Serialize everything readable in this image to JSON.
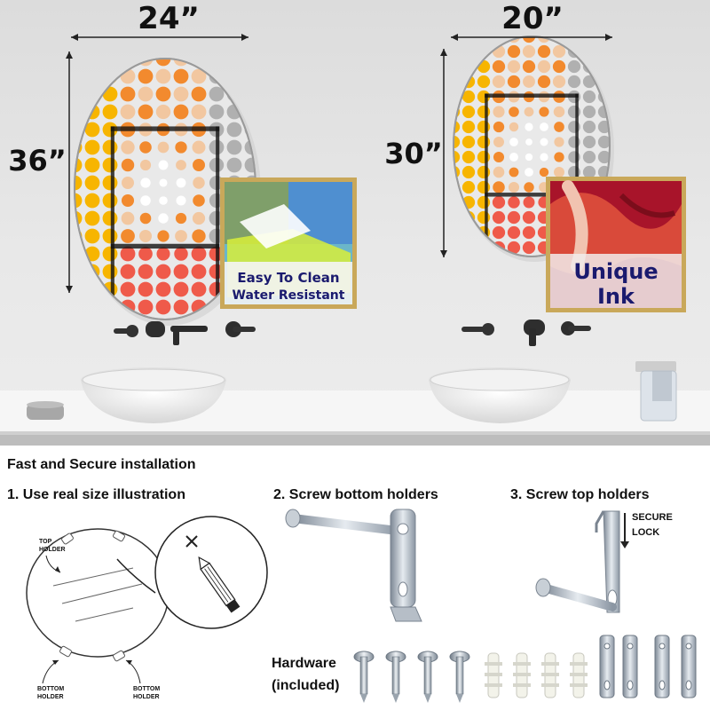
{
  "mirrors": {
    "large": {
      "width_label": "24”",
      "height_label": "36”"
    },
    "small": {
      "width_label": "20”",
      "height_label": "30”"
    }
  },
  "badges": {
    "easy_clean": {
      "line1": "Easy To Clean",
      "line2": "Water Resistant"
    },
    "unique_ink": {
      "line1": "Unique",
      "line2": "Ink"
    }
  },
  "installation": {
    "title": "Fast and Secure installation",
    "step1": {
      "label": "1. Use real size illustration",
      "top_holder": [
        "TOP",
        "HOLDER"
      ],
      "bottom_holder_left": [
        "BOTTOM",
        "HOLDER"
      ],
      "bottom_holder_right": [
        "BOTTOM",
        "HOLDER"
      ]
    },
    "step2": {
      "label": "2. Screw bottom holders"
    },
    "step3": {
      "label": "3. Screw top holders",
      "secure_lock": [
        "SECURE",
        "LOCK"
      ]
    },
    "hardware": {
      "line1": "Hardware",
      "line2": "(included)"
    }
  },
  "colors": {
    "wall": "#e2e2e2",
    "counter": "#f7f7f7",
    "badge_border": "#c9a85a",
    "badge_text": "#1a1a6e",
    "dot_palette": [
      "#f7b500",
      "#f28a2e",
      "#ef5a4a",
      "#f2c7a0",
      "#b0b0b0",
      "#111111"
    ]
  }
}
